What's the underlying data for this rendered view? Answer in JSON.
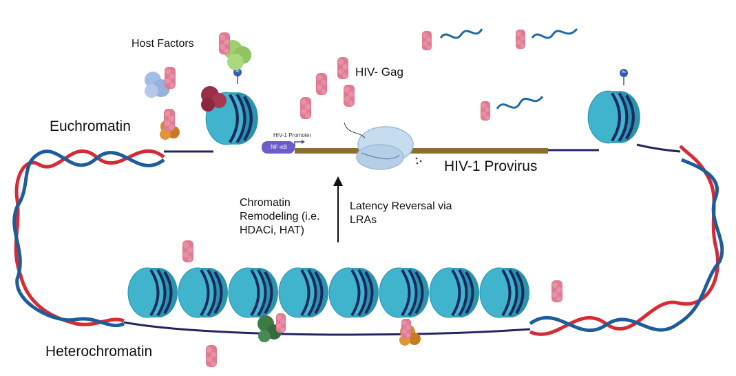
{
  "labels": {
    "euchromatin": "Euchromatin",
    "heterochromatin": "Heterochromatin",
    "host_factors": "Host Factors",
    "hiv_gag": "HIV- Gag",
    "hiv_provirus": "HIV-1 Provirus",
    "chromatin_remodeling": "Chromatin Remodeling (i.e. HDACi, HAT)",
    "latency_reversal": "Latency Reversal via LRAs",
    "hiv_promoter": "HIV-1 Promoter",
    "nf_kb": "NF-κB",
    "acetyl_mark": "Ac"
  },
  "colors": {
    "dna_red": "#d62b34",
    "dna_blue": "#1d5d9b",
    "nucleosome_fill": "#3fb4cc",
    "nucleosome_dark": "#2a93ad",
    "nucleosome_wrap": "#1b2a5e",
    "linker_dna": "#242463",
    "provirus": "#8a7030",
    "gag_pink": "#e07b93",
    "host_factor_green": "#9dcf6f",
    "host_factor_blue": "#a5bde4",
    "host_factor_maroon": "#9a2f45",
    "host_factor_orange": "#d9892a",
    "heterochromatin_green": "#3d7a45",
    "nf_kb_purple": "#6b5ec9",
    "acetyl_blue": "#2f5fb3",
    "rna_blue": "#1f6aa5",
    "ribosome_fill": "#c6dcef"
  },
  "icons": [
    "nucleosome-icon",
    "dna-double-helix-icon",
    "gag-protein-icon",
    "host-factor-protein-icon",
    "ribosome-icon",
    "mrna-strand-icon",
    "acetyl-mark-icon",
    "arrow-up-icon",
    "promoter-arrow-icon"
  ]
}
